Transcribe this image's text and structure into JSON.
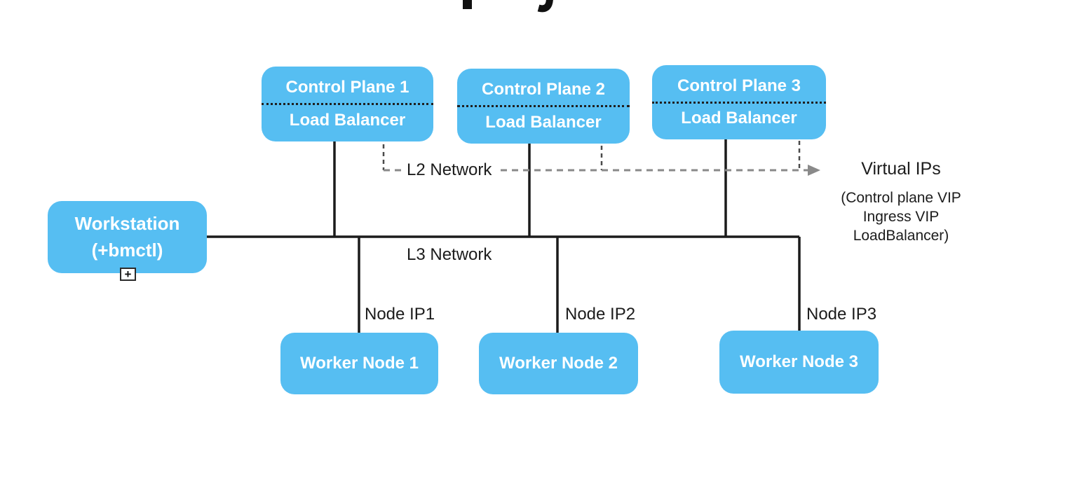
{
  "colors": {
    "node_fill": "#56bef2",
    "node_text": "#ffffff",
    "solid_line": "#1b1b1b",
    "dashed_vertical": "#4a4a4a",
    "dashed_horizontal": "#8a8a8a",
    "label_text": "#1c1c1c",
    "divider_dotted": "#1f1f1f",
    "background": "#ffffff"
  },
  "diagram": {
    "control_planes": [
      {
        "title": "Control Plane 1",
        "subtitle": "Load Balancer"
      },
      {
        "title": "Control Plane 2",
        "subtitle": "Load Balancer"
      },
      {
        "title": "Control Plane 3",
        "subtitle": "Load Balancer"
      }
    ],
    "workstation": {
      "line1": "Workstation",
      "line2": "(+bmctl)",
      "expand_icon": "+"
    },
    "workers": [
      {
        "label": "Worker Node 1",
        "ip_label": "Node IP1"
      },
      {
        "label": "Worker Node 2",
        "ip_label": "Node IP2"
      },
      {
        "label": "Worker Node 3",
        "ip_label": "Node IP3"
      }
    ],
    "l2_network_label": "L2 Network",
    "l3_network_label": "L3 Network",
    "virtual_ips": {
      "title": "Virtual IPs",
      "lines": [
        "(Control plane VIP",
        "Ingress VIP",
        "LoadBalancer)"
      ]
    }
  }
}
